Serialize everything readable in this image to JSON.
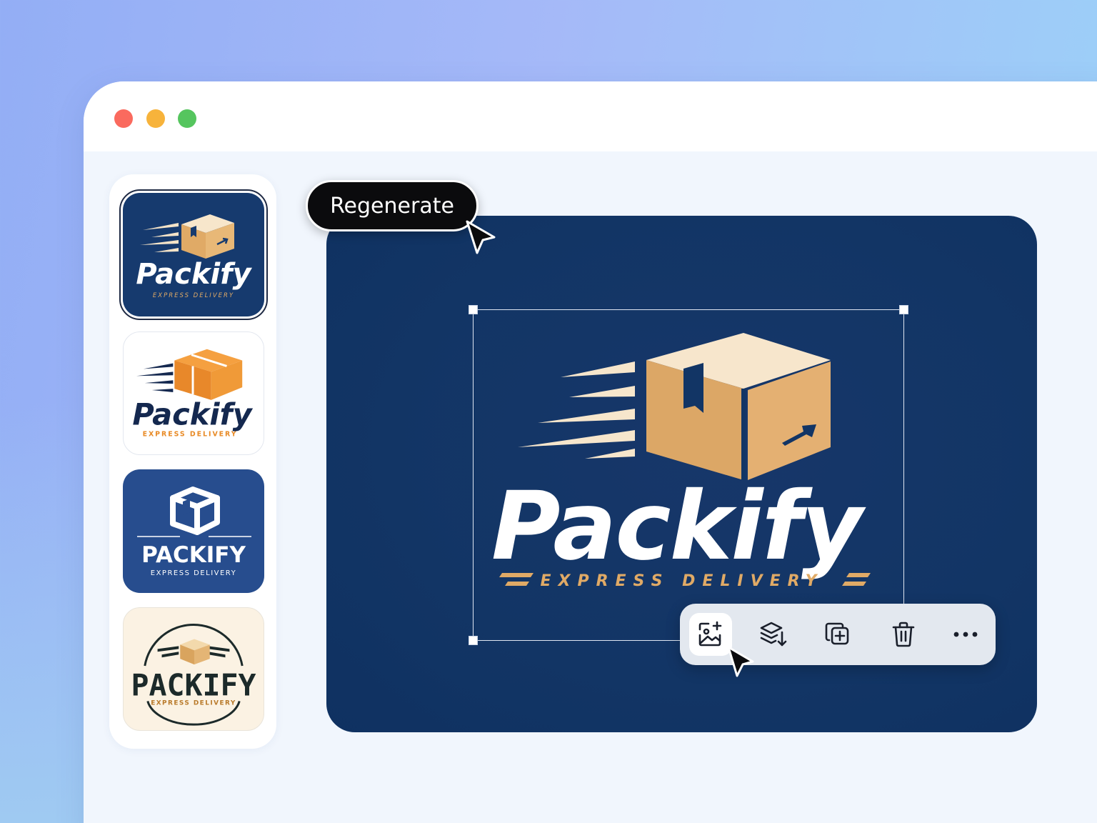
{
  "brand": {
    "name": "Packify",
    "name_caps": "PACKIFY",
    "tagline": "EXPRESS DELIVERY",
    "colors": {
      "navy": "#163a6e",
      "tan": "#e0aa66",
      "orange": "#e88a25",
      "white": "#ffffff"
    }
  },
  "tooltip": {
    "label": "Regenerate"
  },
  "sidebar": {
    "thumbnails": [
      {
        "style": "navy-tan",
        "selected": true
      },
      {
        "style": "white-orange",
        "selected": false
      },
      {
        "style": "blue-outline",
        "selected": false
      },
      {
        "style": "cream-emblem",
        "selected": false
      }
    ]
  },
  "toolbar": {
    "tools": [
      {
        "icon": "image-add-icon",
        "active": true
      },
      {
        "icon": "layers-icon",
        "active": false
      },
      {
        "icon": "duplicate-icon",
        "active": false
      },
      {
        "icon": "trash-icon",
        "active": false
      },
      {
        "icon": "more-icon",
        "active": false
      }
    ]
  }
}
